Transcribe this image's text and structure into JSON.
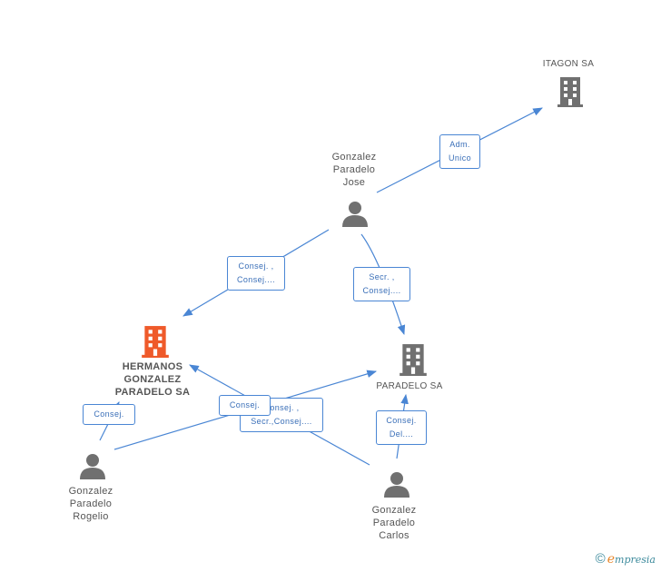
{
  "colors": {
    "edge": "#4a86d4",
    "person": "#707070",
    "company": "#707070",
    "company_highlight": "#ef5a2a"
  },
  "nodes": {
    "itagon": {
      "label": "ITAGON SA",
      "type": "company",
      "icon": "building-icon"
    },
    "jose": {
      "label": "Gonzalez\nParadelo\nJose",
      "type": "person",
      "icon": "person-icon"
    },
    "hermanos": {
      "label": "HERMANOS\nGONZALEZ\nPARADELO SA",
      "type": "company-highlight",
      "icon": "building-icon"
    },
    "paradelo": {
      "label": "PARADELO SA",
      "type": "company",
      "icon": "building-icon"
    },
    "rogelio": {
      "label": "Gonzalez\nParadelo\nRogelio",
      "type": "person",
      "icon": "person-icon"
    },
    "carlos": {
      "label": "Gonzalez\nParadelo\nCarlos",
      "type": "person",
      "icon": "person-icon"
    }
  },
  "edges": {
    "jose_itagon": "Adm.\nUnico",
    "jose_hermanos": "Consej. ,\nConsej....",
    "jose_paradelo": "Secr. ,\nConsej....",
    "rogelio_hermanos": "Consej.",
    "carlos_hermanos": "Consej. ,\nSecr.,Consej....",
    "rogelio_paradelo": "Consej.",
    "carlos_paradelo": "Consej.\nDel...."
  },
  "footer": {
    "copyright_symbol": "©",
    "brand_initial": "e",
    "brand_rest": "mpresia"
  }
}
